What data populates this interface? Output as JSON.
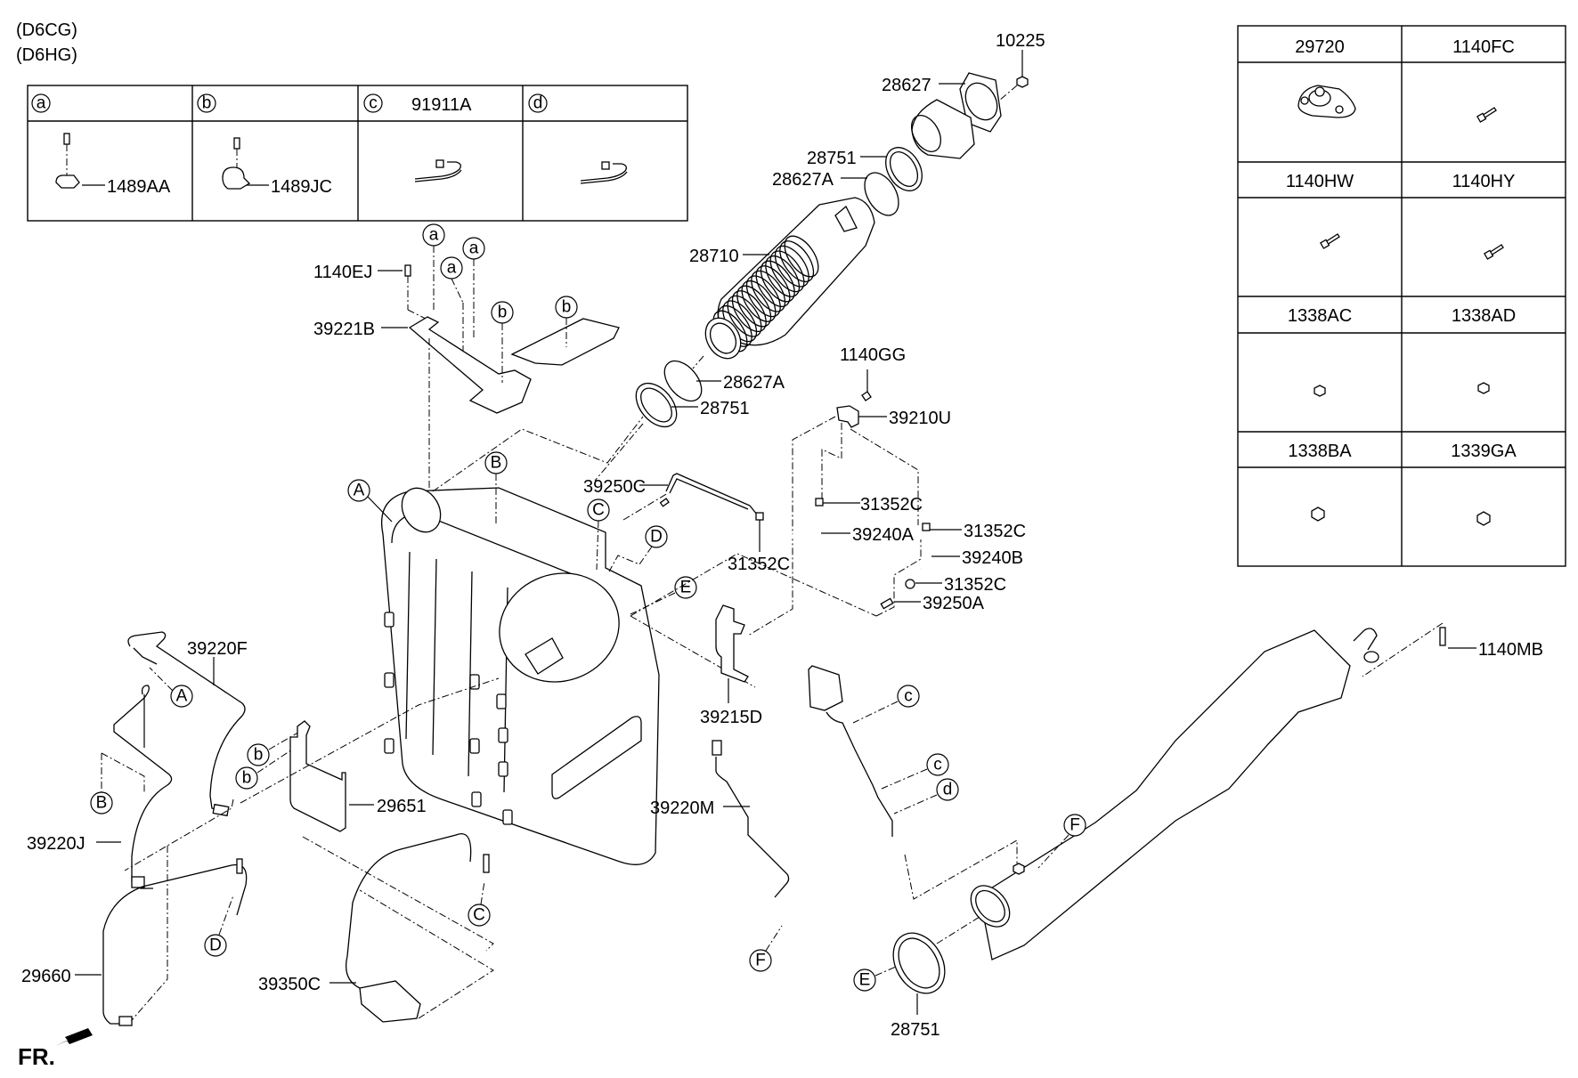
{
  "engine_codes": [
    "(D6CG)",
    "(D6HG)"
  ],
  "clip_table": [
    {
      "ref": "a",
      "part": "",
      "callout": "1489AA",
      "icon": "clip-bracket-icon"
    },
    {
      "ref": "b",
      "part": "",
      "callout": "1489JC",
      "icon": "clamp-bracket-icon"
    },
    {
      "ref": "c",
      "part": "91911A",
      "callout": "",
      "icon": "cable-tie-icon"
    },
    {
      "ref": "d",
      "part": "",
      "callout": "",
      "icon": "cable-tie-icon"
    }
  ],
  "fastener_table": [
    {
      "part": "29720",
      "icon": "mount-plate-icon"
    },
    {
      "part": "1140FC",
      "icon": "bolt-icon"
    },
    {
      "part": "1140HW",
      "icon": "bolt-icon"
    },
    {
      "part": "1140HY",
      "icon": "bolt-icon"
    },
    {
      "part": "1338AC",
      "icon": "nut-icon"
    },
    {
      "part": "1338AD",
      "icon": "nut-icon"
    },
    {
      "part": "1338BA",
      "icon": "nut-icon"
    },
    {
      "part": "1339GA",
      "icon": "nut-icon"
    }
  ],
  "part_labels": {
    "p10225": "10225",
    "p28627": "28627",
    "p28751_top": "28751",
    "p28627A_top": "28627A",
    "p28710": "28710",
    "p28627A_mid": "28627A",
    "p28751_mid": "28751",
    "p1140EJ": "1140EJ",
    "p39221B": "39221B",
    "p1140GG": "1140GG",
    "p39210U": "39210U",
    "p39250C": "39250C",
    "p31352C_1": "31352C",
    "p31352C_2": "31352C",
    "p31352C_3": "31352C",
    "p31352C_4": "31352C",
    "p39240A": "39240A",
    "p39240B": "39240B",
    "p39250A": "39250A",
    "p39215D": "39215D",
    "p39220F": "39220F",
    "p39220J": "39220J",
    "p29651": "29651",
    "p29660": "29660",
    "p39350C": "39350C",
    "p39220M": "39220M",
    "p28751_bot": "28751",
    "p1140MB": "1140MB"
  },
  "ref_circles": {
    "A": "A",
    "B": "B",
    "C": "C",
    "D": "D",
    "E": "E",
    "F": "F",
    "a": "a",
    "b": "b",
    "c": "c",
    "d": "d"
  },
  "front_indicator": "FR."
}
